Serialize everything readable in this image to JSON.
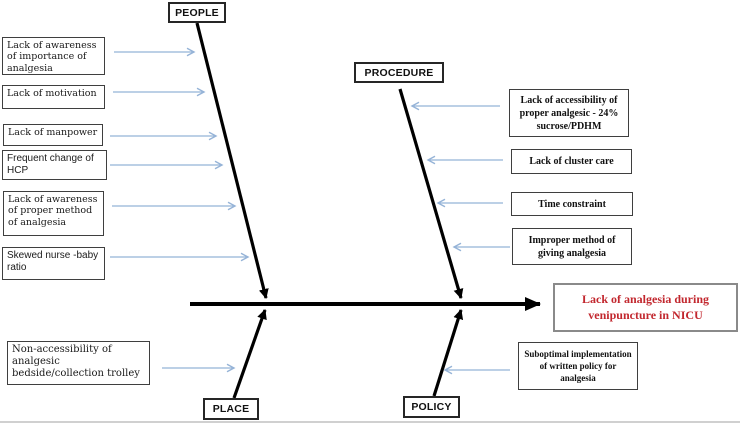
{
  "diagram": {
    "type": "fishbone-cause-effect",
    "effect": {
      "label": "Lack of analgesia during venipuncture in NICU"
    },
    "categories": {
      "people": {
        "label": "PEOPLE",
        "causes": [
          "Lack of awareness of importance of analgesia",
          "Lack of motivation",
          "Lack of manpower",
          "Frequent change of HCP",
          "Lack of awareness of proper method of analgesia",
          "Skewed nurse -baby ratio"
        ]
      },
      "procedure": {
        "label": "PROCEDURE",
        "causes": [
          "Lack of accessibility of proper analgesic - 24% sucrose/PDHM",
          "Lack of cluster care",
          "Time constraint",
          "Improper method of giving analgesia"
        ]
      },
      "place": {
        "label": "PLACE",
        "causes": [
          "Non-accessibility of analgesic bedside/collection trolley"
        ]
      },
      "policy": {
        "label": "POLICY",
        "causes": [
          "Suboptimal implementation of written policy for analgesia"
        ]
      }
    },
    "colors": {
      "arrow": "#95b3d7",
      "spine": "#000000",
      "effect_text": "#c2272e"
    }
  }
}
